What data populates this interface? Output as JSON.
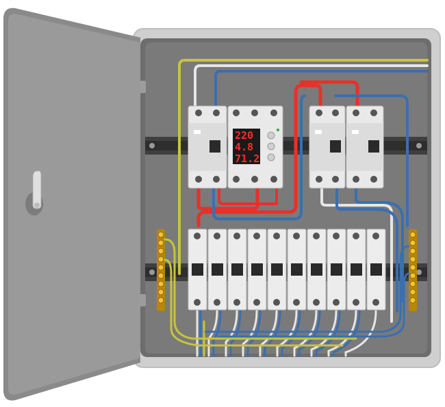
{
  "meter": {
    "voltage": "220",
    "current": "4.8",
    "frequency": "71.2"
  },
  "colors": {
    "enclosure": "#d6d6d6",
    "door": "#9a9a9a",
    "wire_live": "#e8302a",
    "wire_neutral": "#3a6fb0",
    "wire_ground": "#c8c43a",
    "terminal": "#d4a017"
  }
}
